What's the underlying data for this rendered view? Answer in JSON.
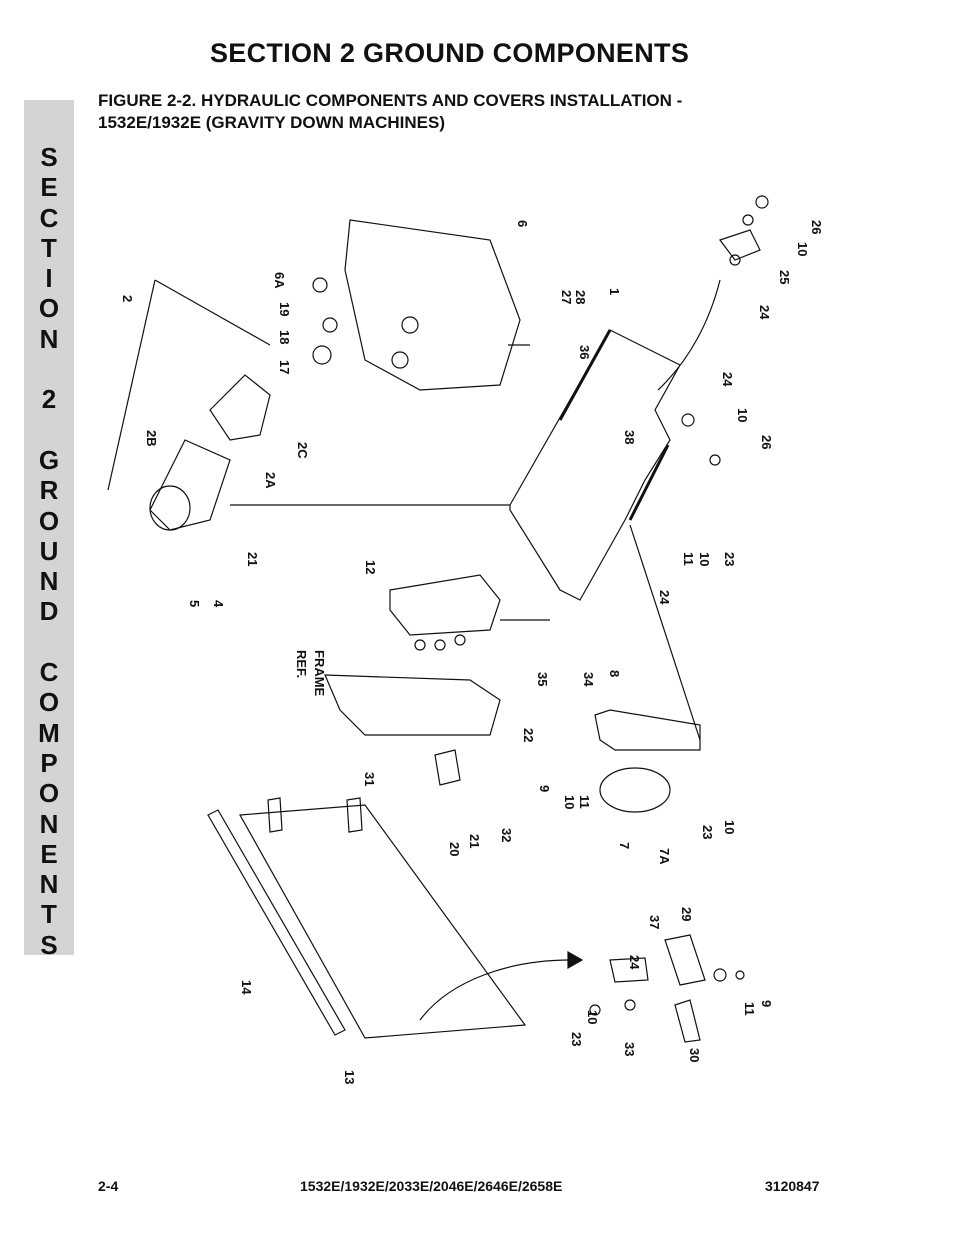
{
  "header": {
    "section_title": "SECTION 2   GROUND COMPONENTS",
    "figure_title_line1": "FIGURE 2-2.   HYDRAULIC COMPONENTS AND COVERS INSTALLATION -",
    "figure_title_line2": "1532E/1932E (GRAVITY DOWN MACHINES)"
  },
  "side_tab": {
    "letters": [
      "S",
      "E",
      "C",
      "T",
      "I",
      "O",
      "N",
      "",
      "2",
      "",
      "G",
      "R",
      "O",
      "U",
      "N",
      "D",
      "",
      "C",
      "O",
      "M",
      "P",
      "O",
      "N",
      "E",
      "N",
      "T",
      "S"
    ]
  },
  "callouts": [
    "2",
    "6",
    "6A",
    "19",
    "18",
    "17",
    "27",
    "28",
    "1",
    "36",
    "26",
    "10",
    "25",
    "24",
    "24",
    "10",
    "26",
    "38",
    "2B",
    "2C",
    "2A",
    "21",
    "5",
    "4",
    "12",
    "11",
    "10",
    "23",
    "24",
    "REF.",
    "FRAME",
    "35",
    "34",
    "8",
    "22",
    "31",
    "32",
    "21",
    "20",
    "9",
    "10",
    "11",
    "7",
    "7A",
    "23",
    "10",
    "14",
    "37",
    "29",
    "24",
    "10",
    "23",
    "33",
    "30",
    "11",
    "9",
    "13"
  ],
  "footer": {
    "page": "2-4",
    "models": "1532E/1932E/2033E/2046E/2646E/2658E",
    "doc_number": "3120847"
  }
}
